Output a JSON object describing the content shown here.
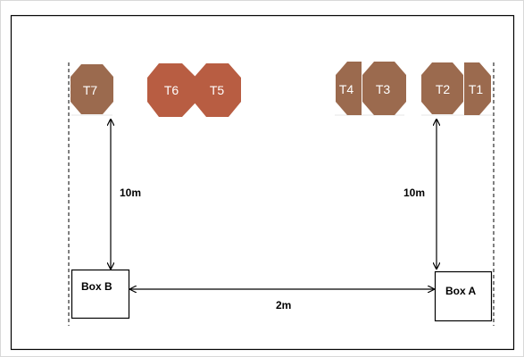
{
  "diagram": {
    "targets": [
      {
        "id": "t7",
        "label": "T7",
        "color": "#9b6a4e"
      },
      {
        "id": "t6",
        "label": "T6",
        "color": "#b85d42"
      },
      {
        "id": "t5",
        "label": "T5",
        "color": "#b85d42"
      },
      {
        "id": "t4",
        "label": "T4",
        "color": "#9b6a4e"
      },
      {
        "id": "t3",
        "label": "T3",
        "color": "#9b6a4e"
      },
      {
        "id": "t2",
        "label": "T2",
        "color": "#9b6a4e"
      },
      {
        "id": "t1",
        "label": "T1",
        "color": "#9b6a4e"
      }
    ],
    "box_b": {
      "label": "Box B"
    },
    "box_a": {
      "label": "Box A"
    },
    "distance_left": "10m",
    "distance_right": "10m",
    "distance_bottom": "2m"
  }
}
